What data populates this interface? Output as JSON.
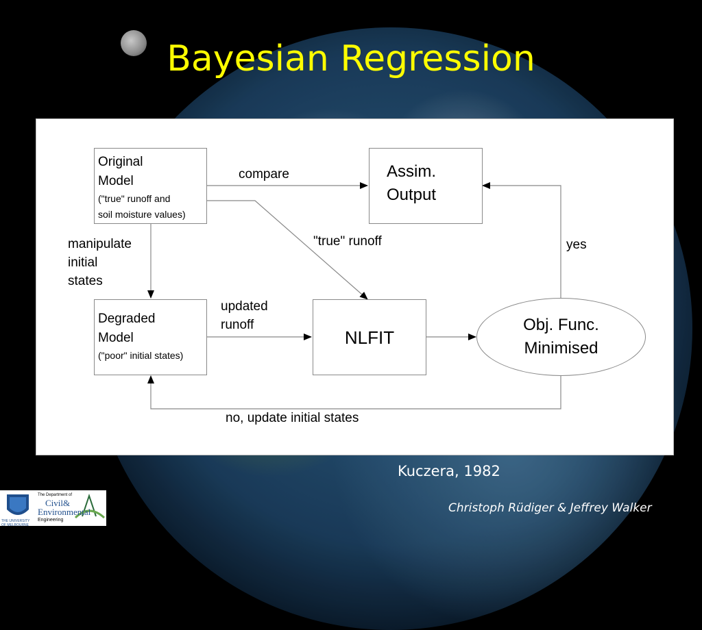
{
  "slide": {
    "title": "Bayesian Regression",
    "reference": "Kuczera, 1982",
    "credit": "Christoph Rüdiger & Jeffrey Walker"
  },
  "diagram": {
    "original_model": {
      "line1": "Original",
      "line2": "Model",
      "note1": "(\"true\" runoff and",
      "note2": "soil moisture values)"
    },
    "assim_output": {
      "line1": "Assim.",
      "line2": "Output"
    },
    "degraded_model": {
      "line1": "Degraded",
      "line2": "Model",
      "note": "(\"poor\" initial states)"
    },
    "nlfit": {
      "label": "NLFIT"
    },
    "objective": {
      "line1": "Obj. Func.",
      "line2": "Minimised"
    },
    "labels": {
      "compare": "compare",
      "true_runoff": "\"true\" runoff",
      "manipulate1": "manipulate",
      "manipulate2": "initial",
      "manipulate3": "states",
      "updated1": "updated",
      "updated2": "runoff",
      "yes": "yes",
      "no_update": "no, update initial states"
    }
  },
  "logo": {
    "university": "THE UNIVERSITY OF MELBOURNE",
    "dept": "The Department of",
    "civil": "Civil&",
    "environmental": "Environmental",
    "engineering": "Engineering"
  },
  "colors": {
    "title": "#ffff00",
    "panel": "#ffffff",
    "stroke": "#888888"
  }
}
